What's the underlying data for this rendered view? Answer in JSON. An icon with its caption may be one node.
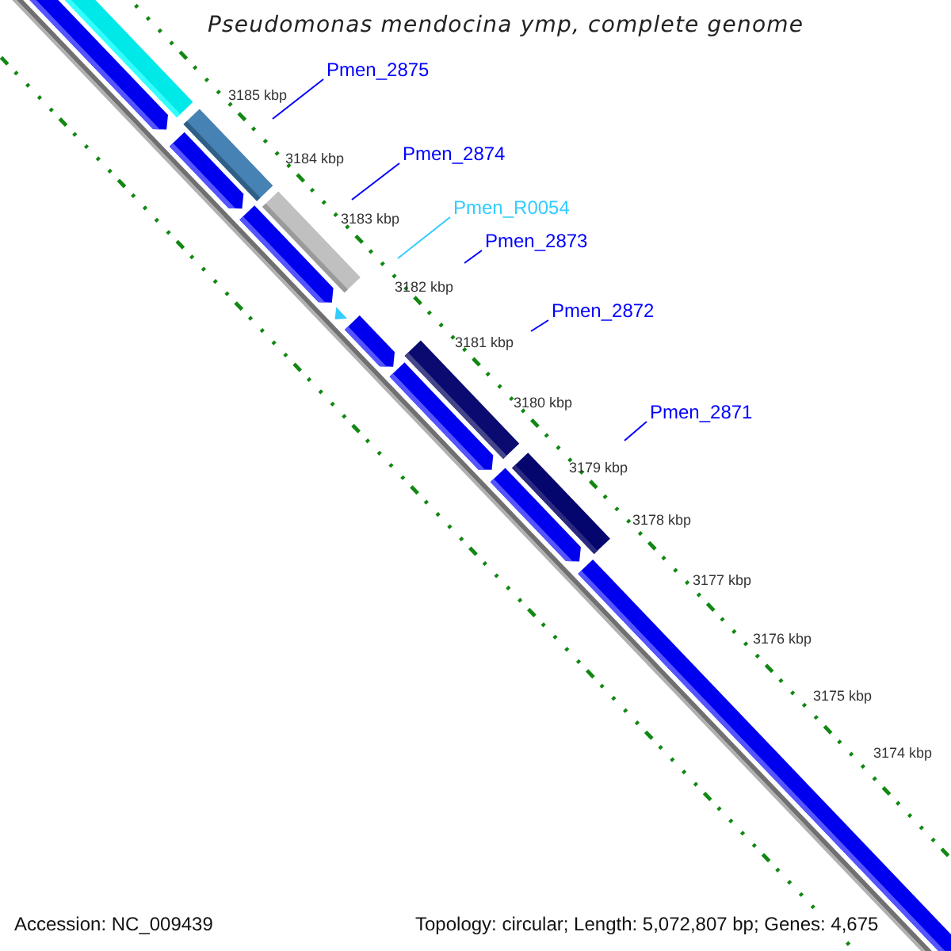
{
  "diagram": {
    "title": "Pseudomonas mendocina ymp, complete genome",
    "nodes": [
      {
        "text": [
          "Pmen_2875"
        ]
      },
      {
        "text": [
          "Pmen_2874"
        ]
      },
      {
        "text": [
          "Pmen_R0054"
        ]
      },
      {
        "text": [
          "Pmen_2873"
        ]
      },
      {
        "text": [
          "Pmen_2872"
        ]
      },
      {
        "text": [
          "Pmen_2871"
        ]
      }
    ],
    "edges": [
      {
        "from": 0,
        "to": null,
        "arrow": "none"
      },
      {
        "from": 1,
        "to": null,
        "arrow": "none"
      },
      {
        "from": 2,
        "to": null,
        "arrow": "none",
        "color": "#33ccff"
      },
      {
        "from": 3,
        "to": null,
        "arrow": "none"
      },
      {
        "from": 4,
        "to": null,
        "arrow": "none"
      },
      {
        "from": 5,
        "to": null,
        "arrow": "none"
      }
    ],
    "labels": [
      "3185 kbp",
      "3184 kbp",
      "3183 kbp",
      "3182 kbp",
      "3181 kbp",
      "3180 kbp",
      "3179 kbp",
      "3178 kbp",
      "3177 kbp",
      "3176 kbp",
      "3175 kbp",
      "3174 kbp",
      "Accession: NC_009439",
      "Topology: circular; Length: 5,072,807 bp; Genes: 4,675"
    ]
  }
}
